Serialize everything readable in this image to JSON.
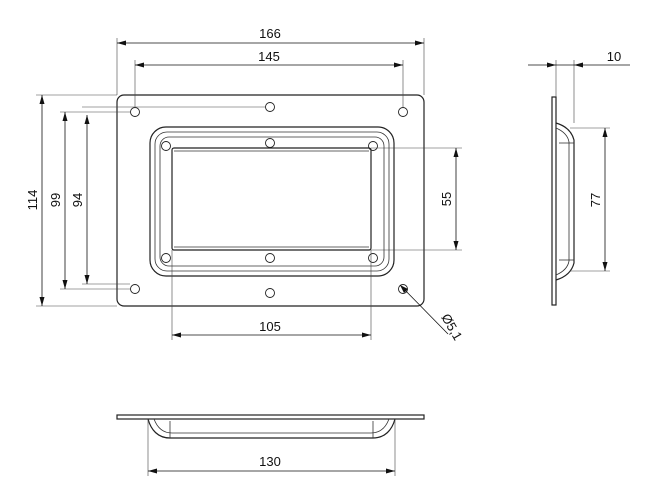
{
  "drawing": {
    "colors": {
      "line": "#222222",
      "background": "#ffffff"
    },
    "dimensions": {
      "overall_width": "166",
      "hole_spacing_width": "145",
      "overall_height": "114",
      "hole_spacing_outer_height": "99",
      "hole_spacing_inner_height": "94",
      "recess_height": "55",
      "recess_width": "105",
      "hole_diameter": "Ø5,1",
      "side_depth": "10",
      "side_recess_height": "77",
      "bottom_width": "130"
    }
  }
}
